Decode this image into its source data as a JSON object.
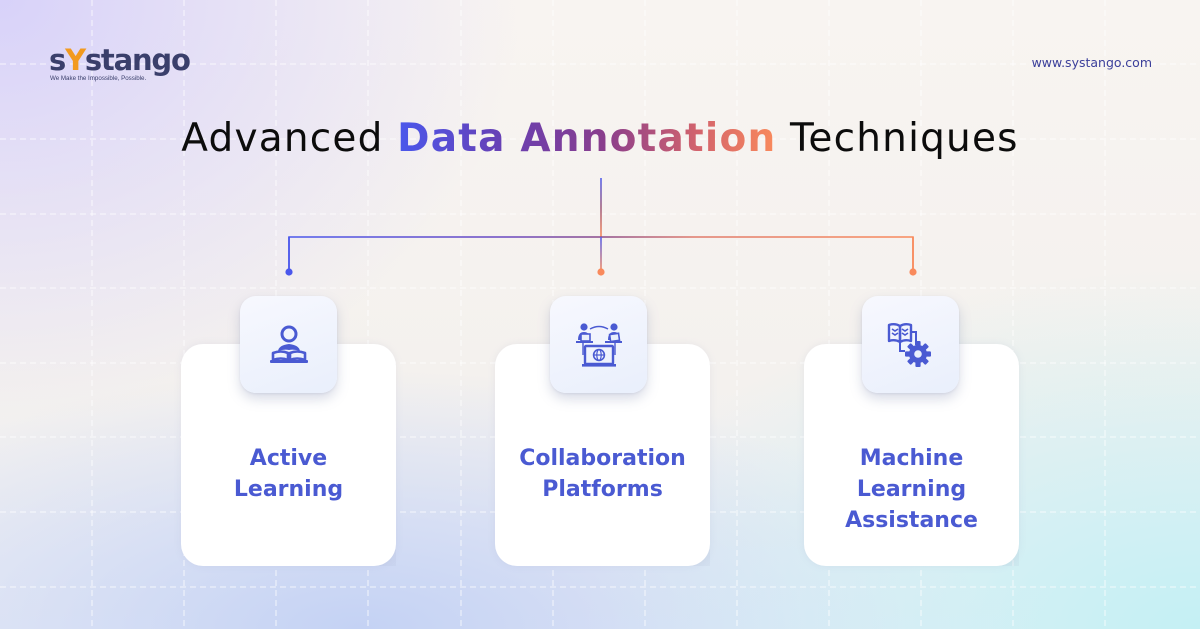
{
  "brand": {
    "logo_prefix": "s",
    "logo_accent": "Y",
    "logo_suffix": "stango",
    "tagline": "We Make the Impossible, Possible.",
    "website": "www.systango.com"
  },
  "title": {
    "before": "Advanced ",
    "highlight": "Data Annotation",
    "after": " Techniques"
  },
  "colors": {
    "accent_blue": "#4A57EC",
    "accent_purple": "#7A3E9A",
    "accent_orange": "#F98A5C",
    "card_text": "#4A5AD2",
    "icon": "#4A5AD2",
    "logo_dark": "#3A3F6B",
    "logo_orange": "#F29A1F"
  },
  "cards": [
    {
      "icon": "reader-book-icon",
      "line1": "Active",
      "line2": "Learning",
      "line3": ""
    },
    {
      "icon": "collaboration-people-laptop-icon",
      "line1": "Collaboration",
      "line2": "Platforms",
      "line3": ""
    },
    {
      "icon": "book-gear-icon",
      "line1": "Machine",
      "line2": "Learning",
      "line3": "Assistance"
    }
  ]
}
